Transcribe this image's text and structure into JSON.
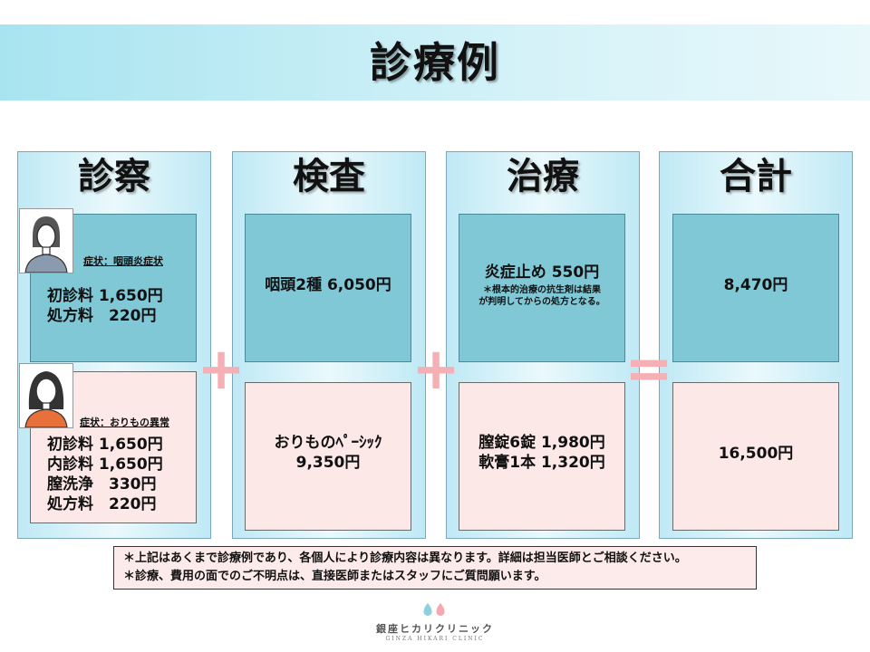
{
  "header": {
    "title": "診療例"
  },
  "columns": {
    "exam": {
      "title": "診察",
      "case1": {
        "symptom": "症状：咽頭炎症状",
        "lines": [
          "初診料 1,650円",
          "処方料　220円"
        ]
      },
      "case2": {
        "symptom": "症状：おりもの異常",
        "lines": [
          "初診料 1,650円",
          "内診料 1,650円",
          "膣洗浄　330円",
          "処方料　220円"
        ]
      }
    },
    "test": {
      "title": "検査",
      "case1": {
        "lines": [
          "咽頭2種 6,050円"
        ]
      },
      "case2": {
        "lines": [
          "おりものﾍﾟｰｼｯｸ",
          "9,350円"
        ]
      }
    },
    "treatment": {
      "title": "治療",
      "case1": {
        "lines": [
          "炎症止め 550円"
        ],
        "note": [
          "＊根本的治療の抗生剤は結果",
          "が判明してからの処方となる。"
        ]
      },
      "case2": {
        "lines": [
          "膣錠6錠 1,980円",
          "軟膏1本 1,320円"
        ]
      }
    },
    "total": {
      "title": "合計",
      "case1": {
        "lines": [
          "8,470円"
        ]
      },
      "case2": {
        "lines": [
          "16,500円"
        ]
      }
    }
  },
  "operators": {
    "plus1": "+",
    "plus2": "+",
    "equals": "="
  },
  "notes": [
    "＊上記はあくまで診療例であり、各個人により診療内容は異なります。詳細は担当医師とご相談ください。",
    "＊診療、費用の面でのご不明点は、直接医師またはスタッフにご質問願います。"
  ],
  "logo": {
    "name": "銀座ヒカリクリニック",
    "sub": "GINZA HIKARI CLINIC"
  },
  "colors": {
    "teal": "#80c8d6",
    "pink": "#fde8e8",
    "operator": "#f4b0b4"
  }
}
